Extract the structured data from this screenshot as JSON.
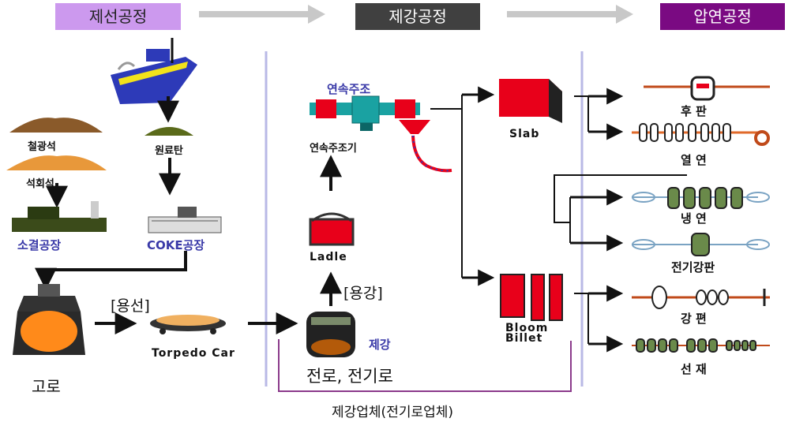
{
  "stages": {
    "ironmaking": "제선공정",
    "steelmaking": "제강공정",
    "rolling": "압연공정"
  },
  "colors": {
    "ironmaking_header": "#cc99ee",
    "steelmaking_header": "#404040",
    "rolling_header": "#7a0a82",
    "accent_blue": "#3a3aa8",
    "bracket": "#8b3a8b",
    "product_red": "#e8001a"
  },
  "left": {
    "iron_ore": "철광석",
    "limestone": "석회석",
    "coking_coal": "원료탄",
    "sinter_plant": "소결공장",
    "coke_plant": "COKE공장",
    "blast_furnace": "고로",
    "molten_iron": "[용선]",
    "torpedo_car": "Torpedo Car"
  },
  "middle": {
    "continuous_casting_title": "연속주조",
    "continuous_caster": "연속주조기",
    "ladle": "Ladle",
    "molten_steel": "[용강]",
    "steelmaking_tag": "제강",
    "furnaces": "전로, 전기로",
    "steelmaker_note": "제강업체(전기로업체)"
  },
  "semi": {
    "slab": "Slab",
    "bloom": "Bloom",
    "billet": "Billet"
  },
  "products": {
    "heavy_plate": "후 판",
    "hot_rolled": "열 연",
    "cold_rolled": "냉 연",
    "electrical_steel": "전기강판",
    "section_steel": "강 편",
    "wire_rod": "선 재"
  }
}
